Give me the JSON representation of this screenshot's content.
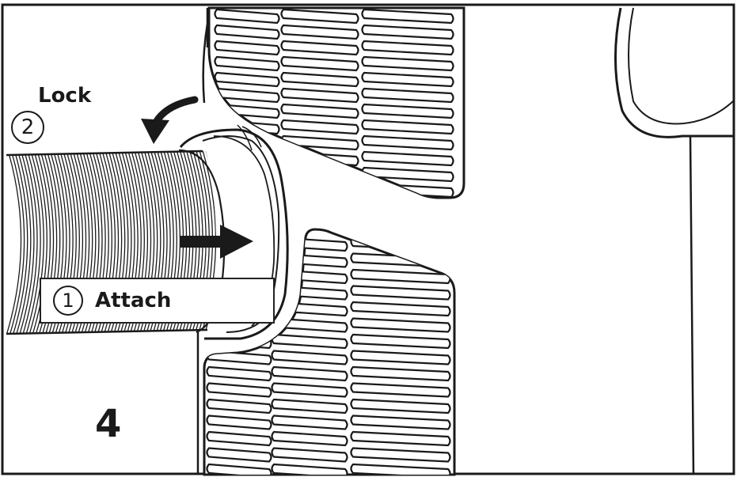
{
  "step_number": "4",
  "lock": {
    "marker": "2",
    "label": "Lock"
  },
  "attach": {
    "marker": "1",
    "label": "Attach"
  },
  "colors": {
    "line": "#1a1a1a",
    "background": "#ffffff"
  },
  "icons": [
    "rotate-counterclockwise-arrow-icon",
    "push-right-arrow-icon"
  ]
}
